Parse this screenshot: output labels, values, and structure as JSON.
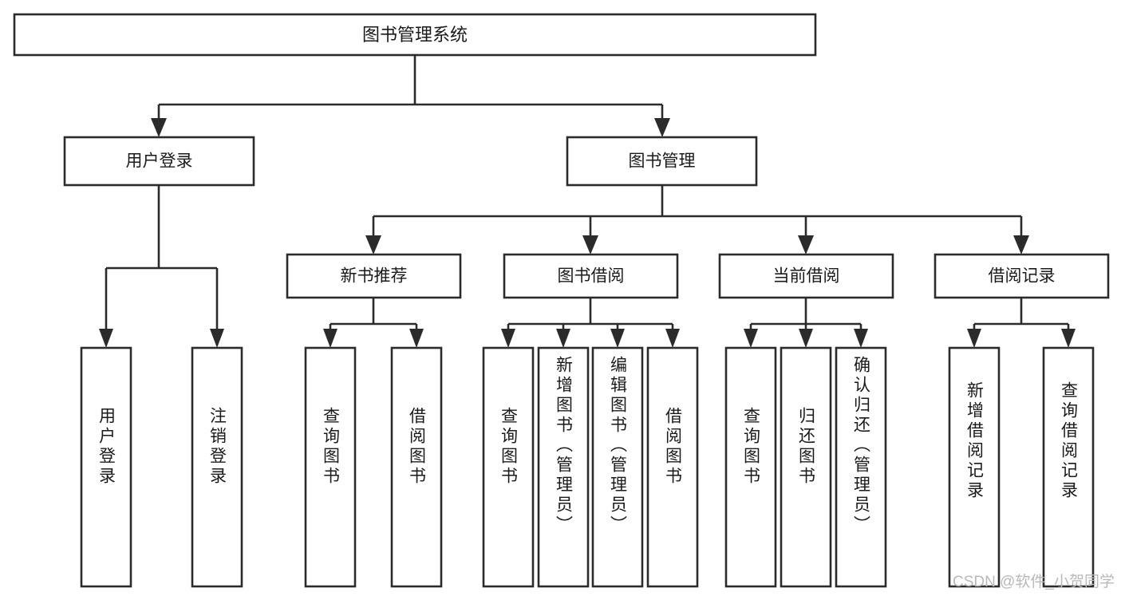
{
  "diagram": {
    "type": "tree",
    "title": "图书管理系统",
    "watermark": "CSDN @软件_小贺同学",
    "root": {
      "id": "root",
      "label": "图书管理系统"
    },
    "level1": [
      {
        "id": "user-login",
        "label": "用户登录"
      },
      {
        "id": "book-management",
        "label": "图书管理"
      }
    ],
    "level2": [
      {
        "id": "new-book-recommend",
        "label": "新书推荐",
        "parent": "book-management"
      },
      {
        "id": "book-borrow",
        "label": "图书借阅",
        "parent": "book-management"
      },
      {
        "id": "current-borrow",
        "label": "当前借阅",
        "parent": "book-management"
      },
      {
        "id": "borrow-record",
        "label": "借阅记录",
        "parent": "book-management"
      }
    ],
    "leaves": [
      {
        "id": "leaf-user-login",
        "label": "用户登录",
        "parent": "user-login"
      },
      {
        "id": "leaf-logout-login",
        "label": "注销登录",
        "parent": "user-login"
      },
      {
        "id": "leaf-query-book-1",
        "label": "查询图书",
        "parent": "new-book-recommend"
      },
      {
        "id": "leaf-borrow-book-1",
        "label": "借阅图书",
        "parent": "new-book-recommend"
      },
      {
        "id": "leaf-query-book-2",
        "label": "查询图书",
        "parent": "book-borrow"
      },
      {
        "id": "leaf-add-book",
        "label": "新增图书（管理员）",
        "parent": "book-borrow"
      },
      {
        "id": "leaf-edit-book",
        "label": "编辑图书（管理员）",
        "parent": "book-borrow"
      },
      {
        "id": "leaf-borrow-book-2",
        "label": "借阅图书",
        "parent": "book-borrow"
      },
      {
        "id": "leaf-query-book-3",
        "label": "查询图书",
        "parent": "current-borrow"
      },
      {
        "id": "leaf-return-book",
        "label": "归还图书",
        "parent": "current-borrow"
      },
      {
        "id": "leaf-confirm-return",
        "label": "确认归还（管理员）",
        "parent": "current-borrow"
      },
      {
        "id": "leaf-add-record",
        "label": "新增借阅记录",
        "parent": "borrow-record"
      },
      {
        "id": "leaf-query-record",
        "label": "查询借阅记录",
        "parent": "borrow-record"
      }
    ],
    "colors": {
      "stroke": "#2b2b2b",
      "fill": "#ffffff",
      "text": "#1a1a1a",
      "watermark": "#b9b9b9",
      "background": "#ffffff"
    }
  }
}
